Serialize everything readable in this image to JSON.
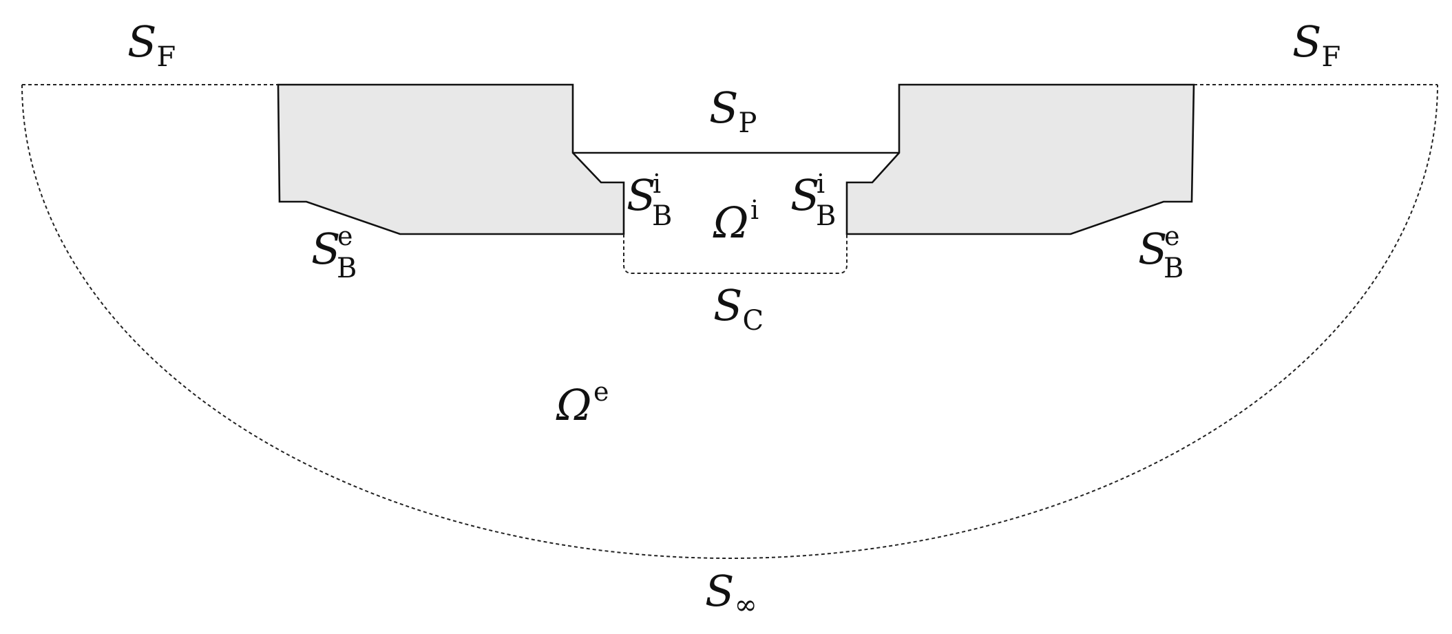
{
  "surface_labels": {
    "free_surface": {
      "main": "S",
      "sub": "F"
    },
    "pontoon_surface": {
      "main": "S",
      "sub": "P"
    },
    "body_inner": {
      "main": "S",
      "sub": "B",
      "sup": "i"
    },
    "body_outer": {
      "main": "S",
      "sub": "B",
      "sup": "e"
    },
    "control_surface": {
      "main": "S",
      "sub": "C"
    },
    "far_field": {
      "main": "S",
      "sub": "∞"
    }
  },
  "domain_labels": {
    "inner_domain": {
      "main": "Ω",
      "sup": "i"
    },
    "outer_domain": {
      "main": "Ω",
      "sup": "e"
    }
  },
  "colors": {
    "hull_fill": "#e8e8e8",
    "line": "#111111"
  }
}
